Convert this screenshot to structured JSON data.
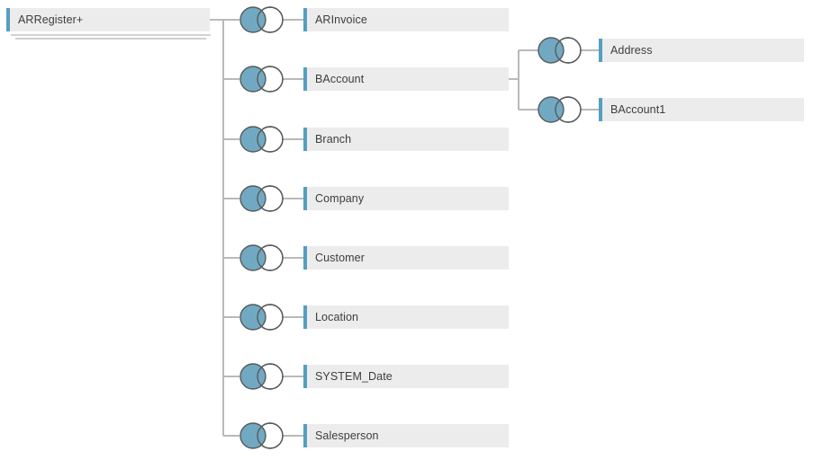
{
  "canvas": {
    "background": "#ffffff"
  },
  "root": {
    "label": "ARRegister+",
    "union_stack": true,
    "icon": "unioned-table-stack"
  },
  "tables": [
    {
      "label": "ARInvoice",
      "join_type": "left",
      "icon": "left-join-venn-icon"
    },
    {
      "label": "BAccount",
      "join_type": "left",
      "icon": "left-join-venn-icon",
      "children": [
        {
          "label": "Address",
          "join_type": "left",
          "icon": "left-join-venn-icon"
        },
        {
          "label": "BAccount1",
          "join_type": "left",
          "icon": "left-join-venn-icon"
        }
      ]
    },
    {
      "label": "Branch",
      "join_type": "left",
      "icon": "left-join-venn-icon"
    },
    {
      "label": "Company",
      "join_type": "left",
      "icon": "left-join-venn-icon"
    },
    {
      "label": "Customer",
      "join_type": "left",
      "icon": "left-join-venn-icon"
    },
    {
      "label": "Location",
      "join_type": "left",
      "icon": "left-join-venn-icon"
    },
    {
      "label": "SYSTEM_Date",
      "join_type": "left",
      "icon": "left-join-venn-icon"
    },
    {
      "label": "Salesperson",
      "join_type": "left",
      "icon": "left-join-venn-icon"
    }
  ],
  "colors": {
    "accent": "#549fc0",
    "box_background": "#ececec",
    "connector_line": "#b9b9b9",
    "join_fill": "#72a9c2",
    "join_stroke": "#565a5c",
    "text": "#3d3d3d"
  }
}
